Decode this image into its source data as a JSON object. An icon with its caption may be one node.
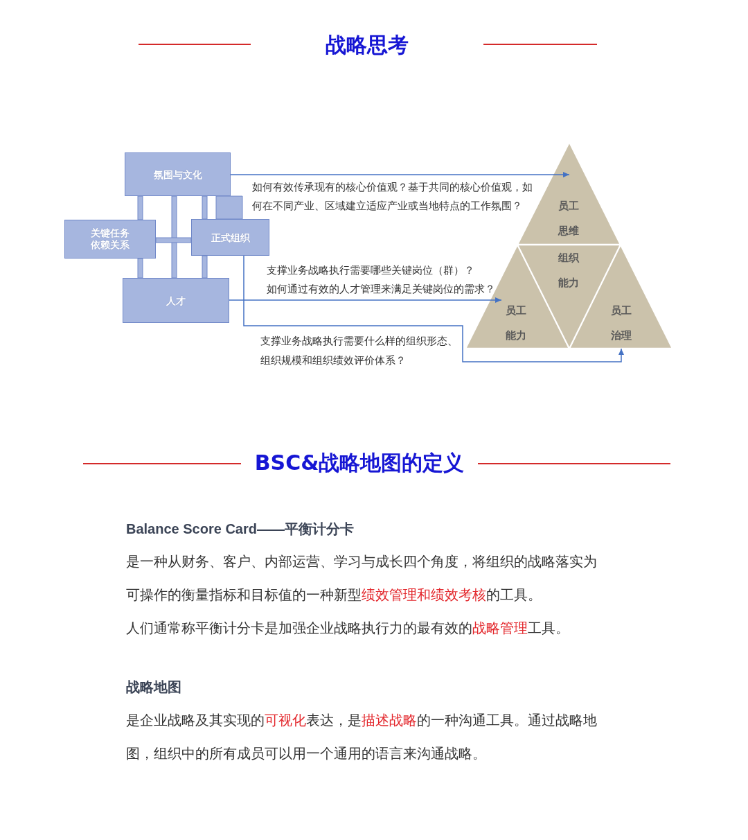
{
  "diagram": {
    "title": "战略思考",
    "nodes": [
      {
        "text": [
          "氛围与文化"
        ]
      },
      {
        "text": [
          "关键任务依赖关系"
        ]
      },
      {
        "text": [
          "正式组织"
        ]
      },
      {
        "text": [
          "人才"
        ]
      },
      {
        "text": [
          "员工思维"
        ]
      },
      {
        "text": [
          "组织能力"
        ]
      },
      {
        "text": [
          "员工能力"
        ]
      },
      {
        "text": [
          "员工治理"
        ]
      }
    ],
    "edges": [
      {
        "from": 0,
        "to": 1,
        "arrow": "none",
        "style": "thick"
      },
      {
        "from": 0,
        "to": 3,
        "arrow": "none",
        "style": "thick"
      },
      {
        "from": 0,
        "to": 2,
        "arrow": "none",
        "style": "thick"
      },
      {
        "from": 0,
        "to": 2,
        "arrow": "none",
        "style": "thick"
      },
      {
        "from": 1,
        "to": 2,
        "arrow": "none",
        "style": "thick"
      },
      {
        "from": 1,
        "to": 3,
        "arrow": "none",
        "style": "thick"
      },
      {
        "from": 2,
        "to": 3,
        "arrow": "none",
        "style": "thick"
      },
      {
        "from": 0,
        "to": 4,
        "arrow": "to",
        "color": "#4472c4",
        "label": "如何有效传承现有的核心价值观？基于共同的核心价值观，如何在不同产业、区域建立适应产业或当地特点的工作氛围？"
      },
      {
        "from": 3,
        "to": 6,
        "arrow": "to",
        "color": "#4472c4",
        "label": "支撑业务战略执行需要哪些关键岗位（群）？如何通过有效的人才管理来满足关键岗位的需求？"
      },
      {
        "from": 2,
        "to": 7,
        "arrow": "to",
        "color": "#4472c4",
        "label": "支撑业务战略执行需要什么样的组织形态、组织规模和组织绩效评价体系？"
      }
    ],
    "labels": [
      "BSC&战略地图的定义",
      "Balance Score Card——平衡计分卡",
      "是一种从财务、客户、内部运营、学习与成长四个角度，将组织的战略落实为可操作的衡量指标和目标值的一种新型**绩效管理和绩效考核**的工具。",
      "人们通常称平衡计分卡是加强企业战略执行力的最有效的**战略管理**工具。",
      "战略地图",
      "是企业战略及其实现的**可视化**表达，是**描述战略**的一种沟通工具。通过战略地图，组织中的所有成员可以用一个通用的语言来沟通战略。"
    ]
  }
}
